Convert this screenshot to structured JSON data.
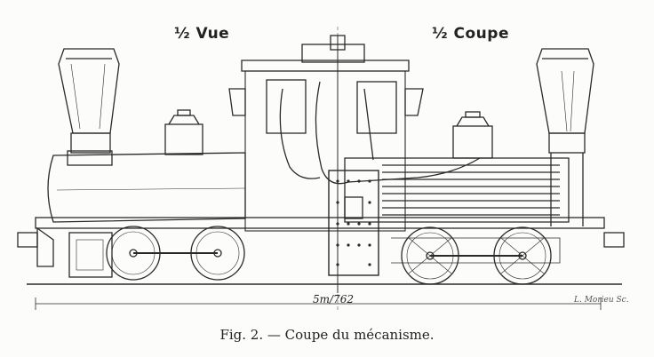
{
  "labels": {
    "half_view": "½ Vue",
    "half_section": "½ Coupe",
    "dimension": "5m/762",
    "engraver": "L. Morieu Sc.",
    "caption": "Fig. 2. — Coupe du mécanisme."
  },
  "colors": {
    "ink": "#222222",
    "paper": "#fcfcfa"
  }
}
